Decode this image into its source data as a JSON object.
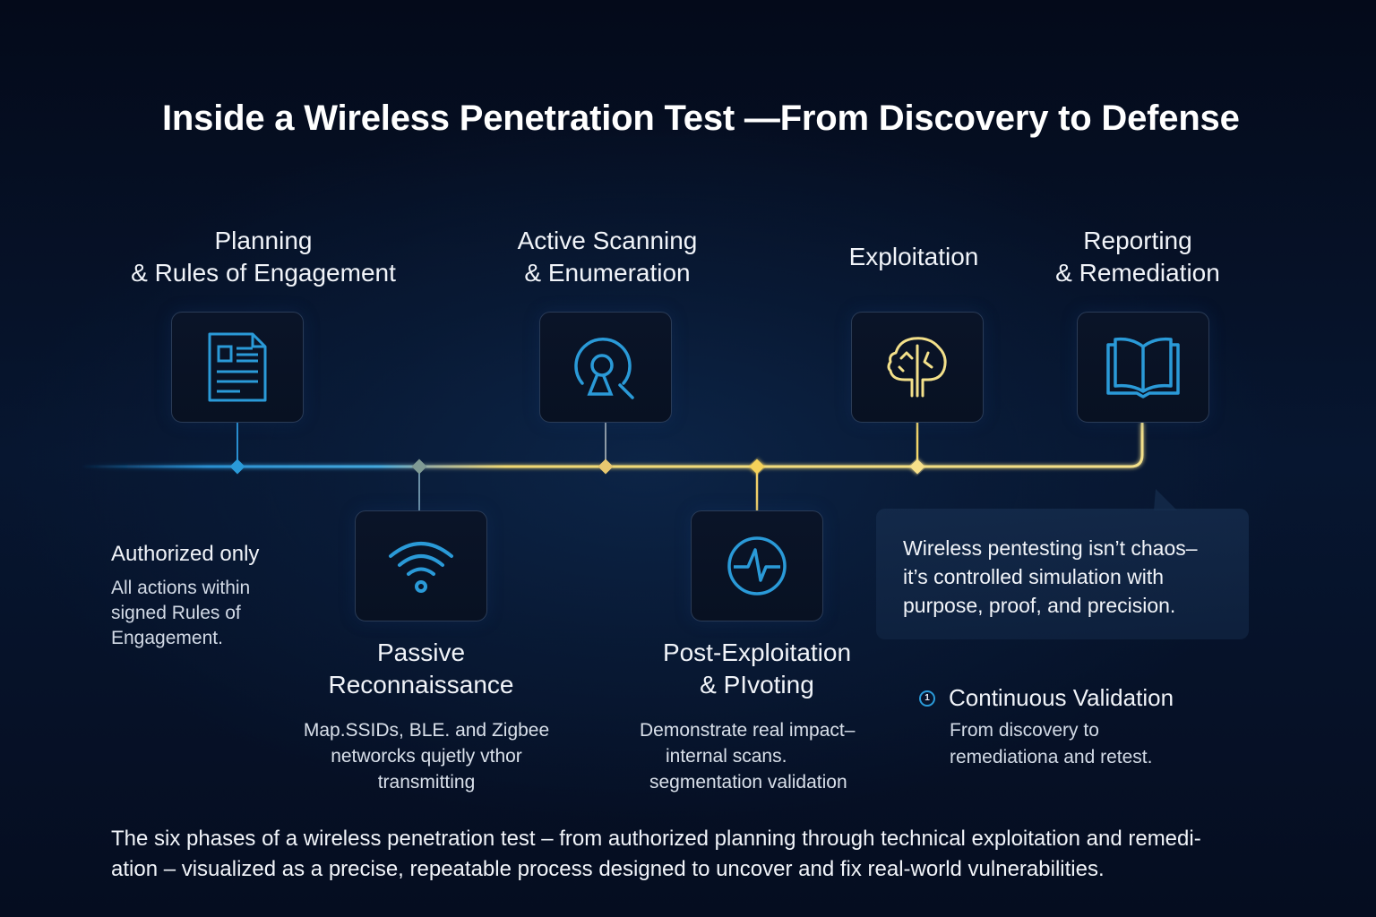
{
  "title": "Inside a Wireless Penetration Test —From Discovery to Defense",
  "colors": {
    "background": "#061328",
    "accent_blue": "#2a9ad8",
    "accent_gold": "#f3d66a",
    "card_border": "#2a3b56",
    "text": "#f1f4f9"
  },
  "phases": [
    {
      "id": "planning",
      "label_line1": "Planning",
      "label_line2": "& Rules of Engagement",
      "icon": "document-icon",
      "position": "top"
    },
    {
      "id": "passive",
      "label_line1": "Passive",
      "label_line2": "Reconnaissance",
      "icon": "wifi-icon",
      "position": "bottom",
      "description": [
        "Map.SSIDs, BLE. and Zigbee",
        "networcks qujetly vthor",
        "transmitting"
      ]
    },
    {
      "id": "active",
      "label_line1": "Active Scanning",
      "label_line2": "& Enumeration",
      "icon": "radar-search-icon",
      "position": "top"
    },
    {
      "id": "post",
      "label_line1": "Post-Exploitation",
      "label_line2": "& PIvoting",
      "icon": "pulse-icon",
      "position": "bottom",
      "description": [
        "Demonstrate real impact–",
        "internal scans.",
        "segmentation validation"
      ]
    },
    {
      "id": "exploitation",
      "label_line1": "Exploitation",
      "label_line2": "",
      "icon": "brain-tree-icon",
      "position": "top"
    },
    {
      "id": "reporting",
      "label_line1": "Reporting",
      "label_line2": "& Remediation",
      "icon": "open-book-icon",
      "position": "top"
    }
  ],
  "authorized_note": {
    "title": "Authorized only",
    "body": [
      "All actions within",
      "signed Rules of",
      "Engagement."
    ]
  },
  "quote": {
    "lines": [
      "Wireless pentesting isn’t chaos–",
      "it’s controlled simulation with",
      "purpose, proof, and precision."
    ]
  },
  "continuous": {
    "badge": "1",
    "title": "Continuous Validation",
    "body": [
      "From discovery to",
      "remediationa and retest."
    ]
  },
  "caption": {
    "line1": "The six phases of a wireless penetration test – from authorized planning through technical exploitation and remedi-",
    "line2": "ation – visualized as a precise, repeatable process designed to uncover and fix real-world vulnerabilities."
  }
}
